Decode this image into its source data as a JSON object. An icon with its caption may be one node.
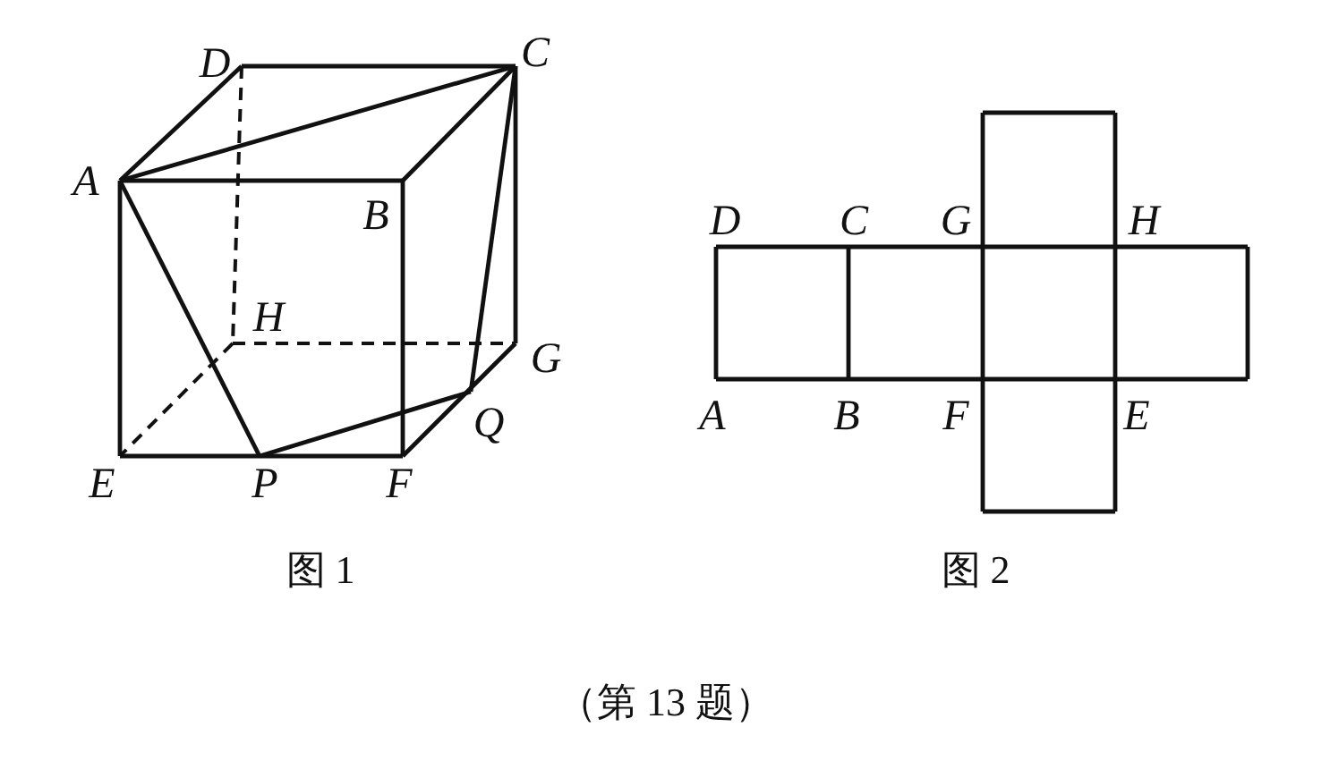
{
  "diagram": {
    "labels": [
      "D",
      "C",
      "A",
      "B",
      "H",
      "G",
      "Q",
      "E",
      "P",
      "F",
      "图 1",
      "D",
      "C",
      "G",
      "H",
      "A",
      "B",
      "F",
      "E",
      "图 2",
      "（第 13 题）"
    ]
  }
}
